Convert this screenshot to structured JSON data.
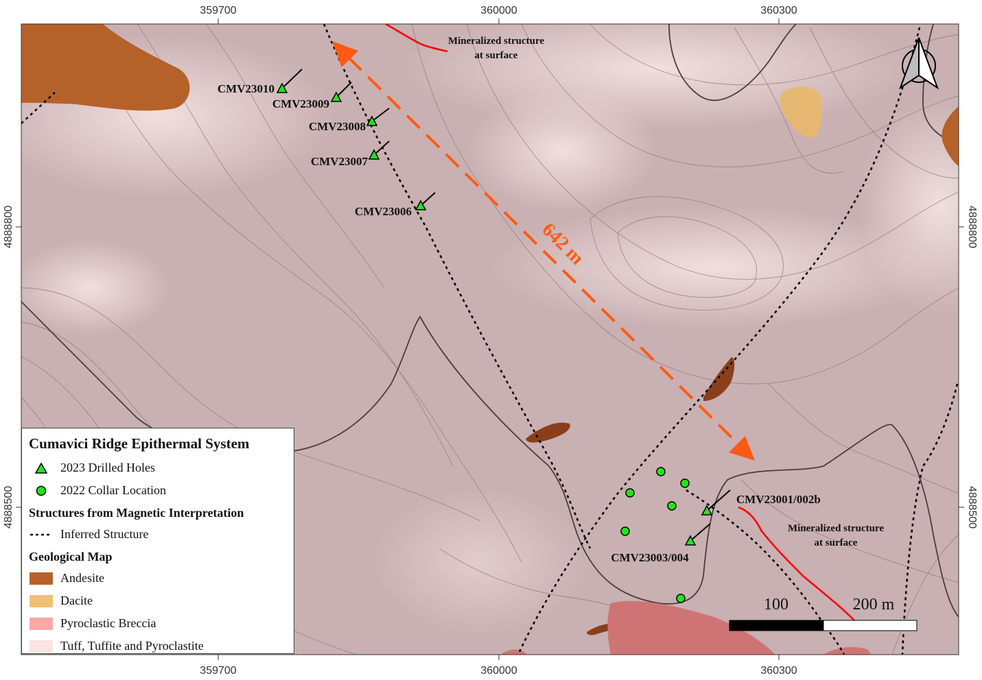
{
  "axes": {
    "x_ticks": [
      "359700",
      "360000",
      "360300"
    ],
    "y_ticks": [
      "4888800",
      "4888500"
    ]
  },
  "legend": {
    "title": "Cumavici Ridge Epithermal System",
    "drilled_holes": "2023 Drilled Holes",
    "collar_location": "2022 Collar Location",
    "structures_heading": "Structures from Magnetic Interpretation",
    "inferred_structure": "Inferred Structure",
    "geo_heading": "Geological Map",
    "units": [
      {
        "label": "Andesite",
        "color": "#b5622a"
      },
      {
        "label": "Dacite",
        "color": "#f0bf74"
      },
      {
        "label": "Pyroclastic Breccia",
        "color": "#f7a9a6"
      },
      {
        "label": "Tuff, Tuffite and Pyroclastite",
        "color": "#fbe3e3"
      }
    ]
  },
  "drill_holes": {
    "h10": "CMV23010",
    "h09": "CMV23009",
    "h08": "CMV23008",
    "h07": "CMV23007",
    "h06": "CMV23006",
    "h01": "CMV23001/002b",
    "h03": "CMV23003/004"
  },
  "annotations": {
    "mineralized_top_line1": "Mineralized structure",
    "mineralized_top_line2": "at surface",
    "mineralized_right_line1": "Mineralized structure",
    "mineralized_right_line2": "at surface",
    "distance": "642 m"
  },
  "scale_bar": {
    "mid": "100",
    "end": "200 m"
  },
  "north_arrow": "north-arrow-icon",
  "colors": {
    "drilled_hole": "#22e51c",
    "collar": "#22e51c",
    "mineralized_structure": "#ff0000",
    "distance_arrow": "#ff5a14",
    "terrain": "#c9aeb0"
  }
}
